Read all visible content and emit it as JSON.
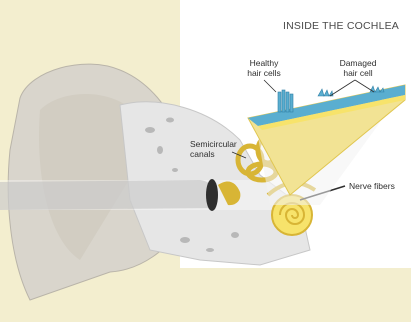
{
  "diagram": {
    "title": "INSIDE THE COCHLEA",
    "labels": {
      "healthy_hair_cells": "Healthy\nhair cells",
      "damaged_hair_cell": "Damaged\nhair cell",
      "semicircular_canals": "Semicircular\ncanals",
      "nerve_fibers": "Nerve fibers"
    }
  },
  "colors": {
    "overlay_yellow": "#f3eecf",
    "cochlea_yellow": "#f7e36b",
    "cochlea_gold": "#d8b535",
    "hair_cell_blue": "#5aaed0",
    "bone_gray": "#c7c7c7",
    "canal_gray": "#9a9a9a",
    "skin_tone": "#d9d5cc"
  }
}
